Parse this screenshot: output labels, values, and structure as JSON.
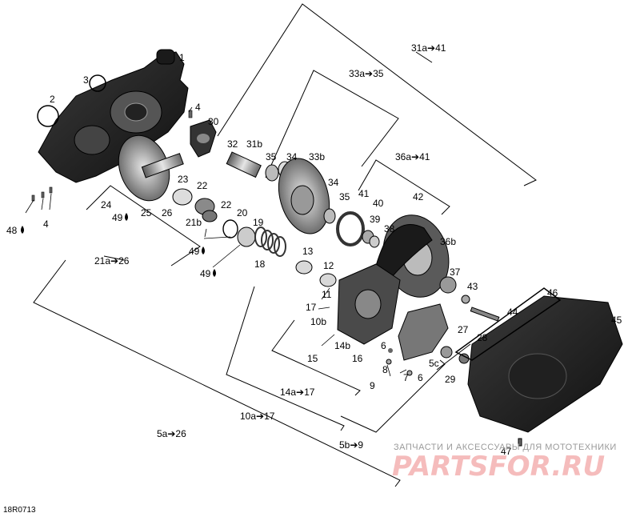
{
  "labels": {
    "p1": "1",
    "p2": "2",
    "p3": "3",
    "p4a": "4",
    "p4b": "4",
    "p5c": "5c",
    "p6a": "6",
    "p6b": "6",
    "p7": "7",
    "p8": "8",
    "p9": "9",
    "p10b": "10b",
    "p11": "11",
    "p12": "12",
    "p13": "13",
    "p14b": "14b",
    "p15": "15",
    "p16": "16",
    "p17": "17",
    "p18": "18",
    "p19": "19",
    "p20": "20",
    "p21b": "21b",
    "p22a": "22",
    "p22b": "22",
    "p23": "23",
    "p24": "24",
    "p25": "25",
    "p26": "26",
    "p27": "27",
    "p28": "28",
    "p29": "29",
    "p30": "30",
    "p31b": "31b",
    "p32": "32",
    "p33b": "33b",
    "p34a": "34",
    "p34b": "34",
    "p35a": "35",
    "p35b": "35",
    "p36b": "36b",
    "p37": "37",
    "p38": "38",
    "p39": "39",
    "p40": "40",
    "p41": "41",
    "p42": "42",
    "p43": "43",
    "p44": "44",
    "p45": "45",
    "p46": "46",
    "p47": "47",
    "p48": "48",
    "p49a": "49",
    "p49b": "49",
    "p49c": "49"
  },
  "ranges": {
    "r31a": "31a➔41",
    "r33a": "33a➔35",
    "r36a": "36a➔41",
    "r21a": "21a➔26",
    "r14a": "14a➔17",
    "r10a": "10a➔17",
    "r5a": "5a➔26",
    "r5b": "5b➔9"
  },
  "watermark": {
    "subtitle": "ЗАПЧАСТИ И АКСЕССУАРЫ ДЛЯ МОТОТЕХНИКИ",
    "brand": "PARTSFOR.RU"
  },
  "doc_id": "18R0713",
  "colors": {
    "part_dark": "#2b2b2b",
    "part_mid": "#7a7a7a",
    "part_light": "#cfcfcf",
    "line": "#000000",
    "watermark_red": "#f2a6a6",
    "watermark_gray": "#9a9a9a"
  }
}
